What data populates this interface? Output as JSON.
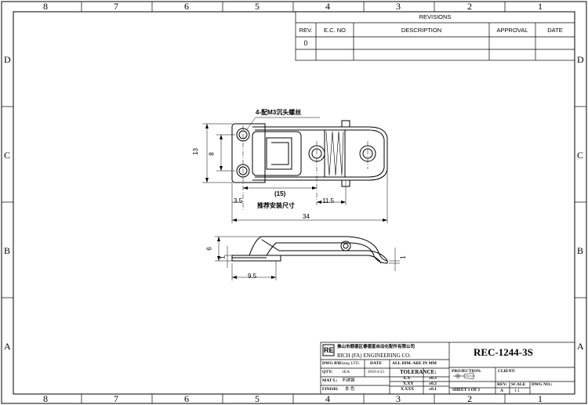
{
  "zones": {
    "top": [
      "8",
      "7",
      "6",
      "5",
      "4",
      "3",
      "2",
      "1"
    ],
    "bottom": [
      "8",
      "7",
      "6",
      "5",
      "4",
      "3",
      "2",
      "1"
    ],
    "left": [
      "D",
      "C",
      "B",
      "A"
    ],
    "right": [
      "D",
      "C",
      "B",
      "A"
    ]
  },
  "revisions": {
    "title": "REVISIONS",
    "headers": [
      "REV.",
      "E.C. NO",
      "DESCRIPTION",
      "APPROVAL",
      "DATE"
    ],
    "rows": [
      [
        "0",
        "",
        "",
        "",
        ""
      ]
    ]
  },
  "drawing": {
    "callout": "4-配M3沉头螺丝",
    "dim_13": "13",
    "dim_8": "8",
    "dim_3_5": "3.5",
    "dim_15": "(15)",
    "dim_11_5": "11.5",
    "install_note": "推荐安装尺寸",
    "dim_34": "34",
    "dim_6": "6",
    "dim_1_left": "1",
    "dim_1_right": "1",
    "dim_9_5": "9.5"
  },
  "title_block": {
    "logo": "RE",
    "company_cn": "佛山市顺德区睿德富自动化配件有限公司",
    "company_en": "RICH (FA) ENGINEERING CO.",
    "part_number": "REC-1244-3S",
    "dwg_by_label": "DWG BY:",
    "dwg_by_value": "Zhang LTD.",
    "date_label": "DATE",
    "date_value": "2019-4-23",
    "qty_label": "QTY:",
    "qty_value": "1EA",
    "matl_label": "MAT'L:",
    "matl_value": "不锈钢",
    "finish_label": "FINISH:",
    "finish_value": "本 色",
    "dims_note": "ALL DIM. ARE IN MM",
    "tolerance_label": "TOLERANCE:",
    "tolerances": [
      {
        "fmt": "X.X",
        "val": "±0.3"
      },
      {
        "fmt": "X.XX",
        "val": "±0.2"
      },
      {
        "fmt": "X.XXX",
        "val": "±0.1"
      }
    ],
    "projection_label": "PROJECTION:",
    "client_label": "CLIENT:",
    "sheet": "SHEET 1 OF 1",
    "rev_label": "REV:",
    "rev_value": "A",
    "scale_label": "SCALE",
    "scale_value": "1:1",
    "dwg_no_label": "DWG NO.:"
  }
}
